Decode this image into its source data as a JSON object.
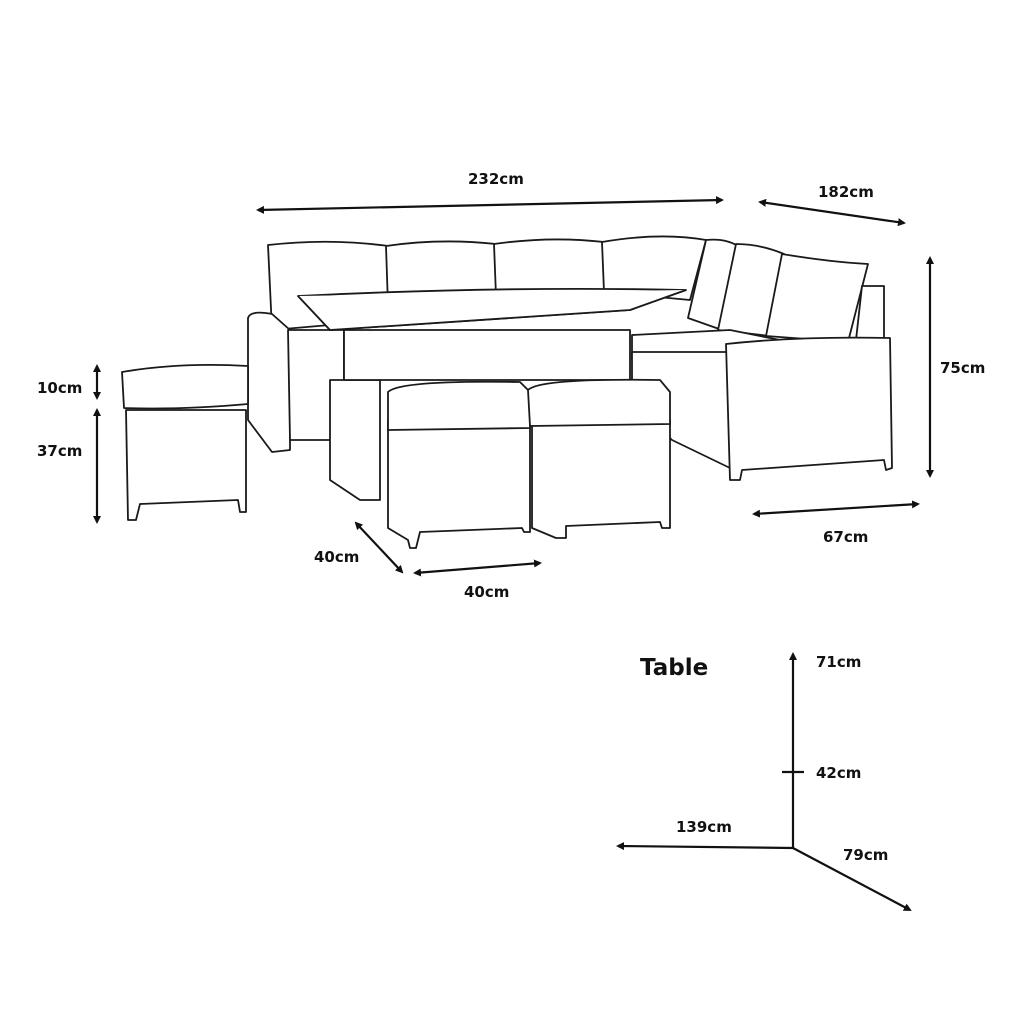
{
  "dimensions": {
    "sofa_length": "232cm",
    "sofa_depth_side": "182cm",
    "sofa_height": "75cm",
    "stool_cushion": "10cm",
    "stool_base": "37cm",
    "stool_depth": "40cm",
    "stool_width": "40cm",
    "seat_depth": "67cm"
  },
  "table": {
    "title": "Table",
    "height_max": "71cm",
    "height_min": "42cm",
    "length": "139cm",
    "width": "79cm"
  }
}
